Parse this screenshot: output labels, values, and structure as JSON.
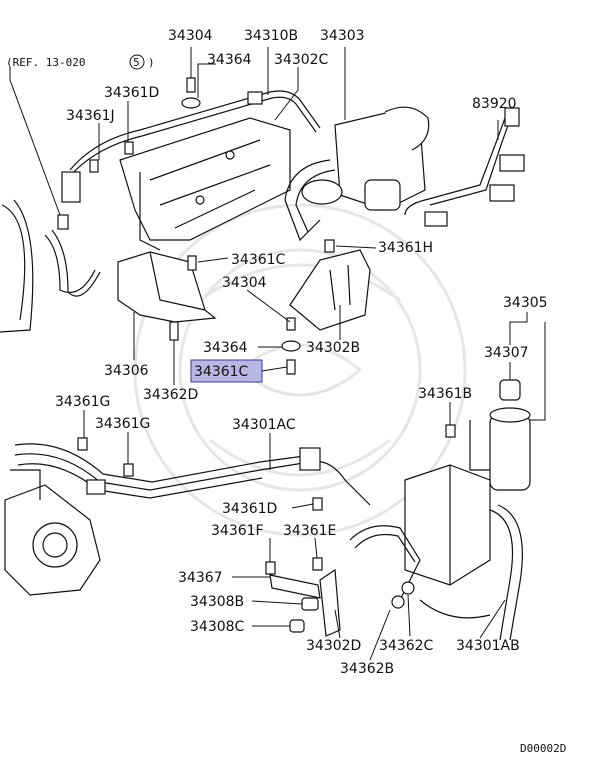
{
  "ref_label": "(REF. 13-020",
  "ref_circle": "5",
  "ref_close": ")",
  "highlighted_part": "34361C",
  "labels": {
    "l34304a": "34304",
    "l34310b": "34310B",
    "l34303": "34303",
    "l34364a": "34364",
    "l34302c": "34302C",
    "l34361d_a": "34361D",
    "l34361j": "34361J",
    "l83920": "83920",
    "l34361h": "34361H",
    "l34361c_a": "34361C",
    "l34304b": "34304",
    "l34305": "34305",
    "l34307": "34307",
    "l34364b": "34364",
    "l34302b": "34302B",
    "l34306": "34306",
    "l34361c_b": "34361C",
    "l34362d": "34362D",
    "l34361b": "34361B",
    "l34361g_a": "34361G",
    "l34361g_b": "34361G",
    "l34301ac": "34301AC",
    "l34361d_b": "34361D",
    "l34361f": "34361F",
    "l34361e": "34361E",
    "l34367": "34367",
    "l34308b": "34308B",
    "l34308c": "34308C",
    "l34302d": "34302D",
    "l34362c": "34362C",
    "l34301ab": "34301AB",
    "l34362b": "34362B"
  },
  "footer_code": "D00002D"
}
